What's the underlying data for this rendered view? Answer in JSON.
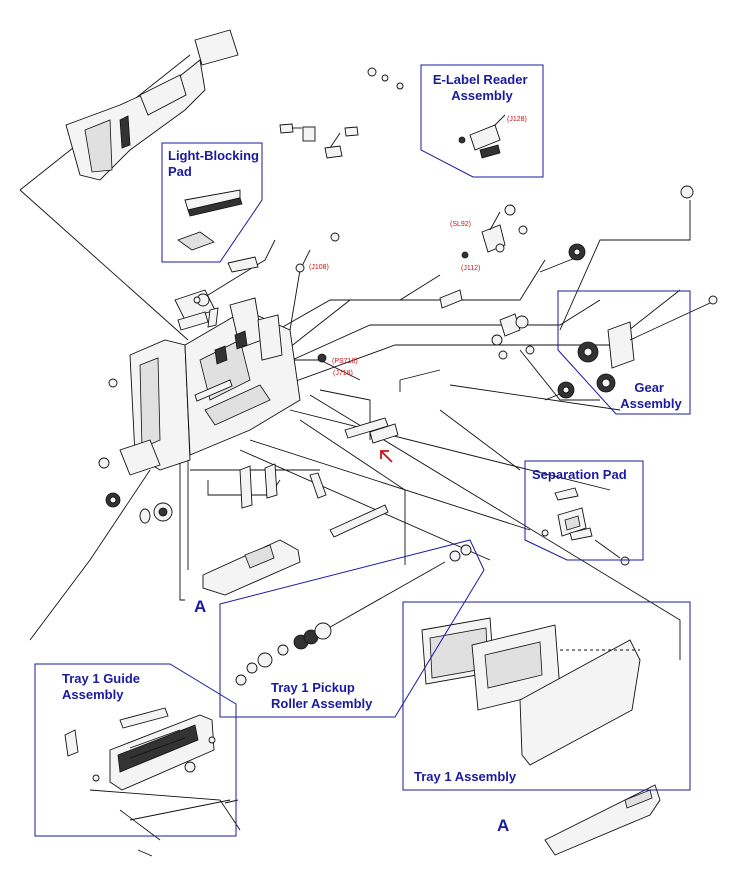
{
  "callouts": {
    "e_label_reader": [
      "E-Label Reader",
      "Assembly"
    ],
    "light_blocking": [
      "Light-Blocking",
      "Pad"
    ],
    "gear": [
      "Gear",
      "Assembly"
    ],
    "separation_pad": [
      "Separation Pad"
    ],
    "tray1_pickup": [
      "Tray 1 Pickup",
      "Roller Assembly"
    ],
    "tray1_guide": [
      "Tray 1 Guide",
      "Assembly"
    ],
    "tray1": [
      "Tray 1 Assembly"
    ]
  },
  "connector_labels": {
    "j128": "(J128)",
    "sl92": "(SL92)",
    "j112": "(J112)",
    "j108": "(J108)",
    "ps718": "(PS718)",
    "j718": "(J718)"
  },
  "markers": {
    "a_left": "A",
    "a_right": "A"
  },
  "colors": {
    "callout_text": "#1a1aa0",
    "callout_box": "#1a1aa0",
    "connector_text": "#cc1111",
    "arrow": "#cc1111",
    "line_art": "#111111"
  }
}
